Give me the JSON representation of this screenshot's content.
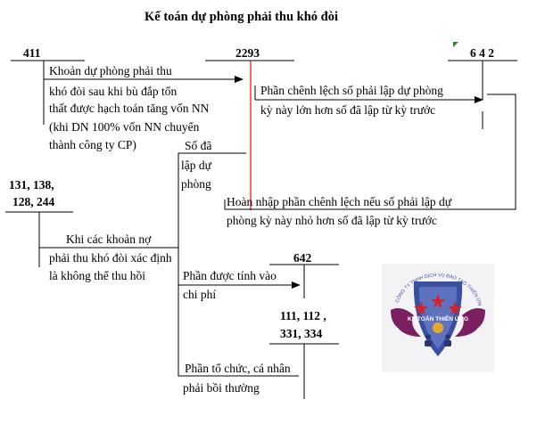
{
  "title": "Kế toán dự phòng phải thu khó đòi",
  "accounts": {
    "a411": "411",
    "a2293": "2293",
    "a642_top": "6 4 2",
    "a131": "131, 138,",
    "a128": "128, 244",
    "a642_mid": "642",
    "a111": "111, 112 ,",
    "a331": "331, 334"
  },
  "entries": {
    "e1": [
      "Khoản dự phòng phải thu",
      "khó đòi sau khi bù đắp tổn",
      "thất được hạch toán tăng vốn NN",
      "(khi DN 100% vốn NN chuyển",
      "thành công ty CP)"
    ],
    "e2": [
      "Phần chênh lệch số phải lập dự phòng",
      "kỳ này lớn hơn số đã lập từ kỳ trước"
    ],
    "e3": [
      "Số đã",
      "lập dự",
      "phòng"
    ],
    "e4": [
      "Hoàn nhập phần chênh lệch nếu số phải lập dự",
      "phòng kỳ này nhỏ hơn số đã lập từ kỳ trước"
    ],
    "e5": [
      "Khi các khoản nợ",
      "phải thu khó đòi xác định",
      "là không thể thu hồi"
    ],
    "e6": [
      "Phần được tính vào",
      "chi phí"
    ],
    "e7": [
      "Phần tổ chức, cá nhân",
      "phải bồi thường"
    ]
  },
  "logo": {
    "text_top": "CÔNG TY TNHH DỊCH VỤ ĐÀO TẠO THIÊN ỨNG",
    "text_main": "KẾ TOÁN THIÊN ỨNG"
  },
  "colors": {
    "red_line": "#ff0000",
    "logo_star": "#d0232a",
    "logo_shield": "#3a4fa0",
    "logo_wing": "#7a2060"
  }
}
